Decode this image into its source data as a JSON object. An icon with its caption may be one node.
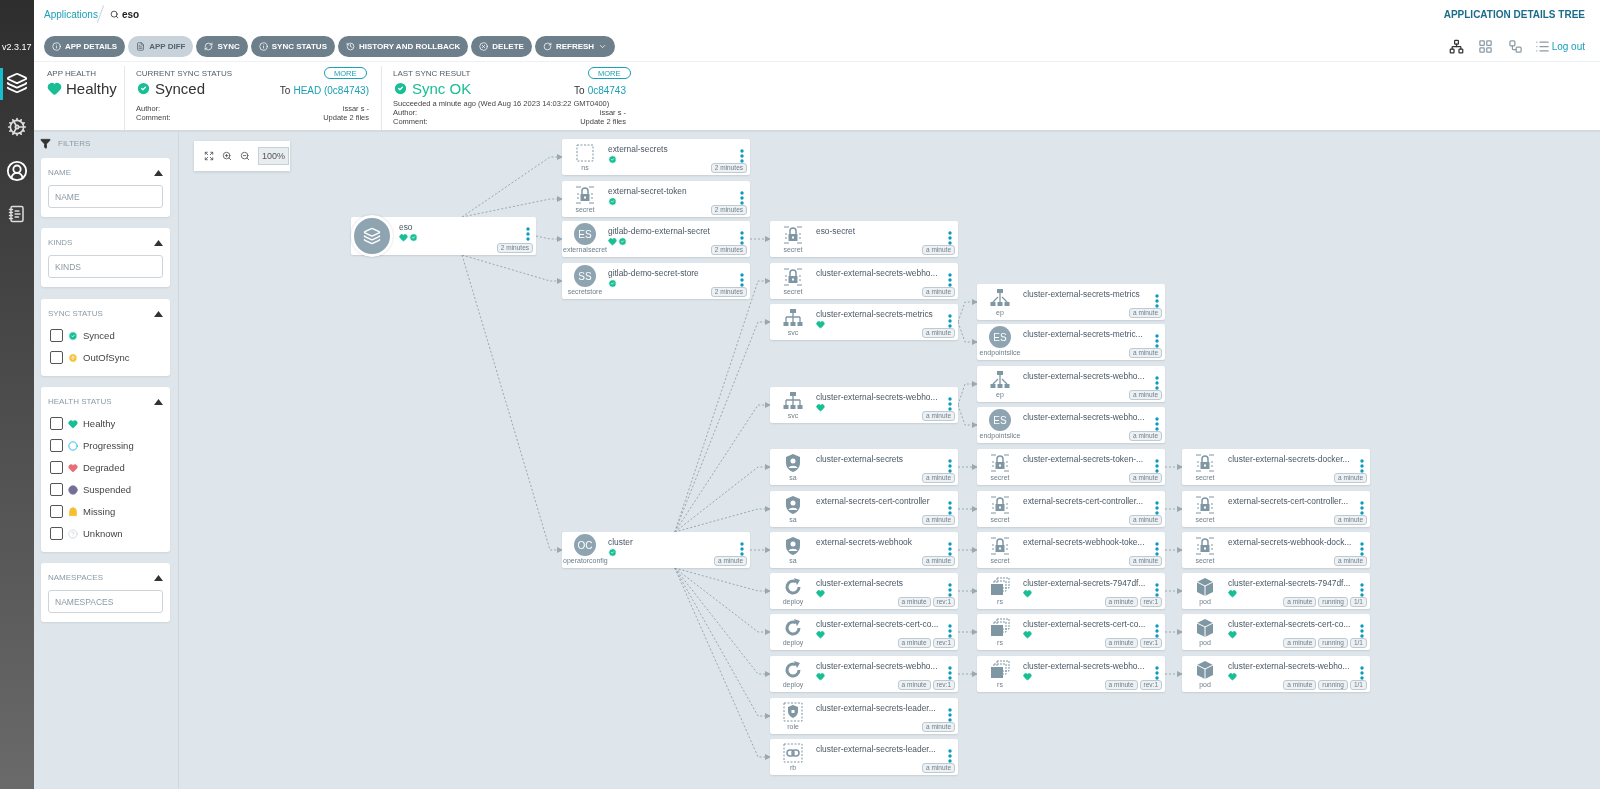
{
  "diagram": {
    "nodes": [
      {
        "text": [
          "eso",
          "2 minutes"
        ]
      },
      {
        "text": [
          "external-secrets",
          "ns",
          "2 minutes"
        ]
      },
      {
        "text": [
          "external-secret-token",
          "secret",
          "2 minutes"
        ]
      },
      {
        "text": [
          "ES",
          "gitlab-demo-external-secret",
          "externalsecret",
          "2 minutes"
        ]
      },
      {
        "text": [
          "SS",
          "gitlab-demo-secret-store",
          "secretstore",
          "2 minutes"
        ]
      },
      {
        "text": [
          "OC",
          "cluster",
          "operatorconfig",
          "a minute"
        ]
      },
      {
        "text": [
          "eso-secret",
          "secret",
          "a minute"
        ]
      },
      {
        "text": [
          "cluster-external-secrets-webho...",
          "secret",
          "a minute"
        ]
      },
      {
        "text": [
          "cluster-external-secrets-metrics",
          "svc",
          "a minute"
        ]
      },
      {
        "text": [
          "cluster-external-secrets-metrics",
          "ep",
          "a minute"
        ]
      },
      {
        "text": [
          "ES",
          "cluster-external-secrets-metric...",
          "endpointslice",
          "a minute"
        ]
      },
      {
        "text": [
          "cluster-external-secrets-webho...",
          "svc",
          "a minute"
        ]
      },
      {
        "text": [
          "cluster-external-secrets-webho...",
          "ep",
          "a minute"
        ]
      },
      {
        "text": [
          "ES",
          "cluster-external-secrets-webho...",
          "endpointslice",
          "a minute"
        ]
      },
      {
        "text": [
          "cluster-external-secrets",
          "sa",
          "a minute"
        ]
      },
      {
        "text": [
          "cluster-external-secrets-token-...",
          "secret",
          "a minute"
        ]
      },
      {
        "text": [
          "cluster-external-secrets-docker...",
          "secret",
          "a minute"
        ]
      },
      {
        "text": [
          "external-secrets-cert-controller",
          "sa",
          "a minute"
        ]
      },
      {
        "text": [
          "external-secrets-cert-controller...",
          "secret",
          "a minute"
        ]
      },
      {
        "text": [
          "external-secrets-cert-controller...",
          "secret",
          "a minute"
        ]
      },
      {
        "text": [
          "external-secrets-webhook",
          "sa",
          "a minute"
        ]
      },
      {
        "text": [
          "external-secrets-webhook-toke...",
          "secret",
          "a minute"
        ]
      },
      {
        "text": [
          "external-secrets-webhook-dock...",
          "secret",
          "a minute"
        ]
      },
      {
        "text": [
          "cluster-external-secrets",
          "deploy",
          "a minute",
          "rev:1"
        ]
      },
      {
        "text": [
          "cluster-external-secrets-7947df...",
          "rs",
          "a minute",
          "rev:1"
        ]
      },
      {
        "text": [
          "cluster-external-secrets-7947df...",
          "pod",
          "a minute",
          "running",
          "1/1"
        ]
      },
      {
        "text": [
          "cluster-external-secrets-cert-co...",
          "deploy",
          "a minute",
          "rev:1"
        ]
      },
      {
        "text": [
          "cluster-external-secrets-cert-co...",
          "rs",
          "a minute",
          "rev:1"
        ]
      },
      {
        "text": [
          "cluster-external-secrets-cert-co...",
          "pod",
          "a minute",
          "running",
          "1/1"
        ]
      },
      {
        "text": [
          "cluster-external-secrets-webho...",
          "deploy",
          "a minute",
          "rev:1"
        ]
      },
      {
        "text": [
          "cluster-external-secrets-webho...",
          "rs",
          "a minute",
          "rev:1"
        ]
      },
      {
        "text": [
          "cluster-external-secrets-webho...",
          "pod",
          "a minute",
          "running",
          "1/1"
        ]
      },
      {
        "text": [
          "cluster-external-secrets-leader...",
          "role",
          "a minute"
        ]
      },
      {
        "text": [
          "cluster-external-secrets-leader...",
          "rb",
          "a minute"
        ]
      }
    ],
    "edges": [
      {
        "from": 0,
        "to": 1,
        "arrow": "to",
        "style": "dashed"
      },
      {
        "from": 0,
        "to": 2,
        "arrow": "to",
        "style": "dashed"
      },
      {
        "from": 0,
        "to": 3,
        "arrow": "to",
        "style": "dashed"
      },
      {
        "from": 0,
        "to": 4,
        "arrow": "to",
        "style": "dashed"
      },
      {
        "from": 0,
        "to": 5,
        "arrow": "to",
        "style": "dashed"
      },
      {
        "from": 3,
        "to": 6,
        "arrow": "to",
        "style": "dashed"
      },
      {
        "from": 5,
        "to": 7,
        "arrow": "to",
        "style": "dashed"
      },
      {
        "from": 5,
        "to": 8,
        "arrow": "to",
        "style": "dashed"
      },
      {
        "from": 8,
        "to": 9,
        "arrow": "to",
        "style": "dashed"
      },
      {
        "from": 8,
        "to": 10,
        "arrow": "to",
        "style": "dashed"
      },
      {
        "from": 5,
        "to": 11,
        "arrow": "to",
        "style": "dashed"
      },
      {
        "from": 11,
        "to": 12,
        "arrow": "to",
        "style": "dashed"
      },
      {
        "from": 11,
        "to": 13,
        "arrow": "to",
        "style": "dashed"
      },
      {
        "from": 5,
        "to": 14,
        "arrow": "to",
        "style": "dashed"
      },
      {
        "from": 14,
        "to": 15,
        "arrow": "to",
        "style": "dashed"
      },
      {
        "from": 15,
        "to": 16,
        "arrow": "to",
        "style": "dashed"
      },
      {
        "from": 5,
        "to": 17,
        "arrow": "to",
        "style": "dashed"
      },
      {
        "from": 17,
        "to": 18,
        "arrow": "to",
        "style": "dashed"
      },
      {
        "from": 18,
        "to": 19,
        "arrow": "to",
        "style": "dashed"
      },
      {
        "from": 5,
        "to": 20,
        "arrow": "to",
        "style": "dashed"
      },
      {
        "from": 20,
        "to": 21,
        "arrow": "to",
        "style": "dashed"
      },
      {
        "from": 21,
        "to": 22,
        "arrow": "to",
        "style": "dashed"
      },
      {
        "from": 5,
        "to": 23,
        "arrow": "to",
        "style": "dashed"
      },
      {
        "from": 23,
        "to": 24,
        "arrow": "to",
        "style": "dashed"
      },
      {
        "from": 24,
        "to": 25,
        "arrow": "to",
        "style": "dashed"
      },
      {
        "from": 5,
        "to": 26,
        "arrow": "to",
        "style": "dashed"
      },
      {
        "from": 26,
        "to": 27,
        "arrow": "to",
        "style": "dashed"
      },
      {
        "from": 27,
        "to": 28,
        "arrow": "to",
        "style": "dashed"
      },
      {
        "from": 5,
        "to": 29,
        "arrow": "to",
        "style": "dashed"
      },
      {
        "from": 29,
        "to": 30,
        "arrow": "to",
        "style": "dashed"
      },
      {
        "from": 30,
        "to": 31,
        "arrow": "to",
        "style": "dashed"
      },
      {
        "from": 5,
        "to": 32,
        "arrow": "to",
        "style": "dashed"
      },
      {
        "from": 5,
        "to": 33,
        "arrow": "to",
        "style": "dashed"
      }
    ],
    "labels": [
      "v2.3.17",
      "Applications",
      "eso",
      "APPLICATION DETAILS TREE",
      "APP DETAILS",
      "APP DIFF",
      "SYNC",
      "SYNC STATUS",
      "HISTORY AND ROLLBACK",
      "DELETE",
      "REFRESH",
      "Log out",
      "APP HEALTH",
      "Healthy",
      "CURRENT SYNC STATUS",
      "MORE",
      "Synced",
      "To",
      "HEAD (0c84743)",
      "Author:",
      "issar s -",
      "Comment:",
      "Update 2 files",
      "LAST SYNC RESULT",
      "MORE",
      "Sync OK",
      "To",
      "0c84743",
      "Succeeded a minute ago (Wed Aug 16 2023 14:03:22 GMT0400)",
      "Author:",
      "issar s -",
      "Comment:",
      "Update 2 files",
      "FILTERS",
      "NAME",
      "NAME",
      "KINDS",
      "KINDS",
      "SYNC STATUS",
      "Synced",
      "OutOfSync",
      "HEALTH STATUS",
      "Healthy",
      "Progressing",
      "Degraded",
      "Suspended",
      "Missing",
      "Unknown",
      "NAMESPACES",
      "NAMESPACES",
      "100%"
    ]
  }
}
